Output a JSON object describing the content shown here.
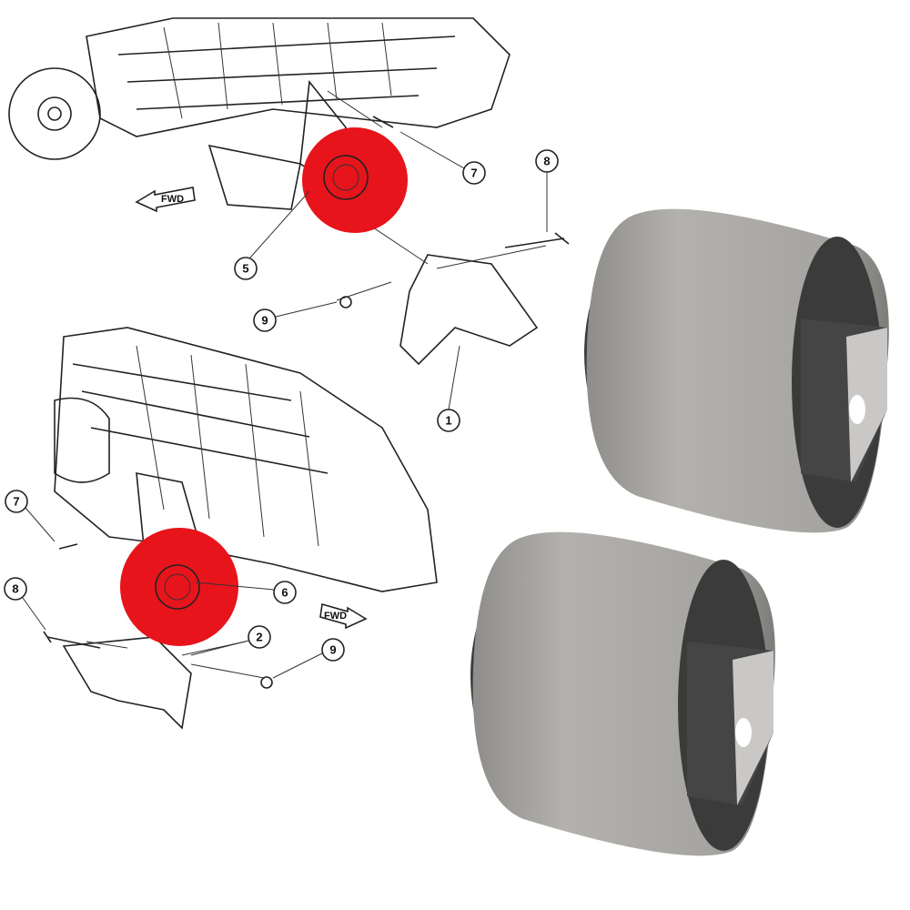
{
  "top_diagram": {
    "callouts": [
      "7",
      "8",
      "5",
      "9",
      "1"
    ],
    "fwd_label": "FWD"
  },
  "bottom_diagram": {
    "callouts": [
      "7",
      "8",
      "6",
      "2",
      "9"
    ],
    "fwd_label": "FWD"
  },
  "colors": {
    "highlight": "#e8141b",
    "bushing_outer": "#a9a7a4",
    "bushing_rubber": "#3a3a3a"
  }
}
